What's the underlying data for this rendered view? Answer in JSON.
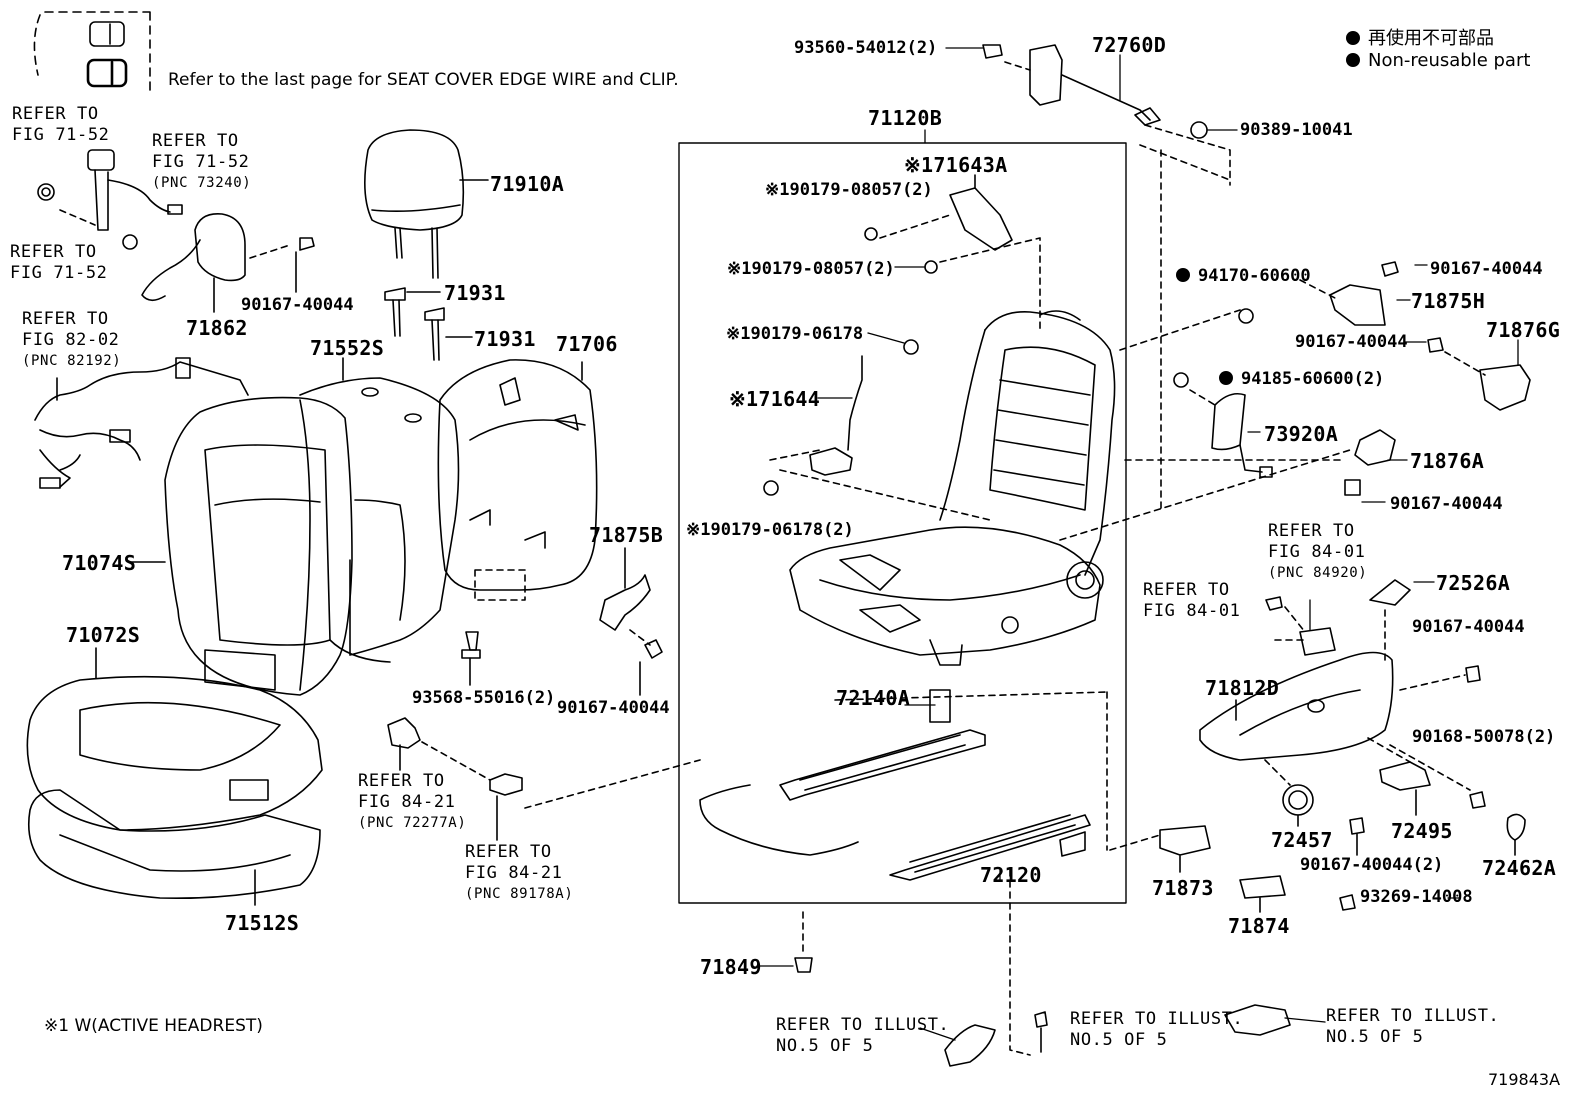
{
  "diagram_code": "719843A",
  "legend": {
    "non_reusable_jp": "再使用不可部品",
    "non_reusable_en": "Non-reusable part"
  },
  "notes": {
    "seat_cover_note": "Refer to the last page for SEAT COVER EDGE WIRE and CLIP.",
    "footnote": "※1 W(ACTIVE HEADREST)"
  },
  "parts": {
    "p72760D": "72760D",
    "p93560": "93560-54012(2)",
    "p90389": "90389-10041",
    "p71120B": "71120B",
    "p71643A": "※171643A",
    "p90179a": "※190179-08057(2)",
    "p90179b": "※190179-08057(2)",
    "p90179c": "※190179-06178",
    "p71644": "※171644",
    "p90179d": "※190179-06178(2)",
    "p71910A": "71910A",
    "p71931a": "71931",
    "p71931b": "71931",
    "p71862": "71862",
    "p90167a": "90167-40044",
    "p71552S": "71552S",
    "p71706": "71706",
    "p71074S": "71074S",
    "p71072S": "71072S",
    "p71512S": "71512S",
    "p71875B": "71875B",
    "p90167b": "90167-40044",
    "p93568": "93568-55016(2)",
    "p94170": "94170-60600",
    "p90167c": "90167-40044",
    "p71875H": "71875H",
    "p90167d": "90167-40044",
    "p71876G": "71876G",
    "p94185": "94185-60600(2)",
    "p73920A": "73920A",
    "p71876A": "71876A",
    "p90167e": "90167-40044",
    "p72526A": "72526A",
    "p90167f": "90167-40044",
    "p71812D": "71812D",
    "p90168": "90168-50078(2)",
    "p72457": "72457",
    "p72495": "72495",
    "p90167g": "90167-40044(2)",
    "p72462A": "72462A",
    "p93269": "93269-14008",
    "p72140A": "72140A",
    "p72120": "72120",
    "p71873": "71873",
    "p71874": "71874",
    "p71849": "71849"
  },
  "refs": {
    "r1_a": "REFER TO",
    "r1_b": "FIG 71-52",
    "r2_a": "REFER TO",
    "r2_b": "FIG 71-52",
    "r2_c": "(PNC 73240)",
    "r3_a": "REFER TO",
    "r3_b": "FIG 71-52",
    "r4_a": "REFER TO",
    "r4_b": "FIG 82-02",
    "r4_c": "(PNC 82192)",
    "r5_a": "REFER TO",
    "r5_b": "FIG 84-21",
    "r5_c": "(PNC 72277A)",
    "r6_a": "REFER TO",
    "r6_b": "FIG 84-21",
    "r6_c": "(PNC 89178A)",
    "r7_a": "REFER TO",
    "r7_b": "FIG 84-01",
    "r7_c": "(PNC 84920)",
    "r8_a": "REFER TO",
    "r8_b": "FIG 84-01",
    "r9_a": "REFER TO ILLUST.",
    "r9_b": "NO.5 OF 5",
    "r10_a": "REFER TO ILLUST.",
    "r10_b": "NO.5 OF 5",
    "r11_a": "REFER TO ILLUST.",
    "r11_b": "NO.5 OF 5"
  }
}
